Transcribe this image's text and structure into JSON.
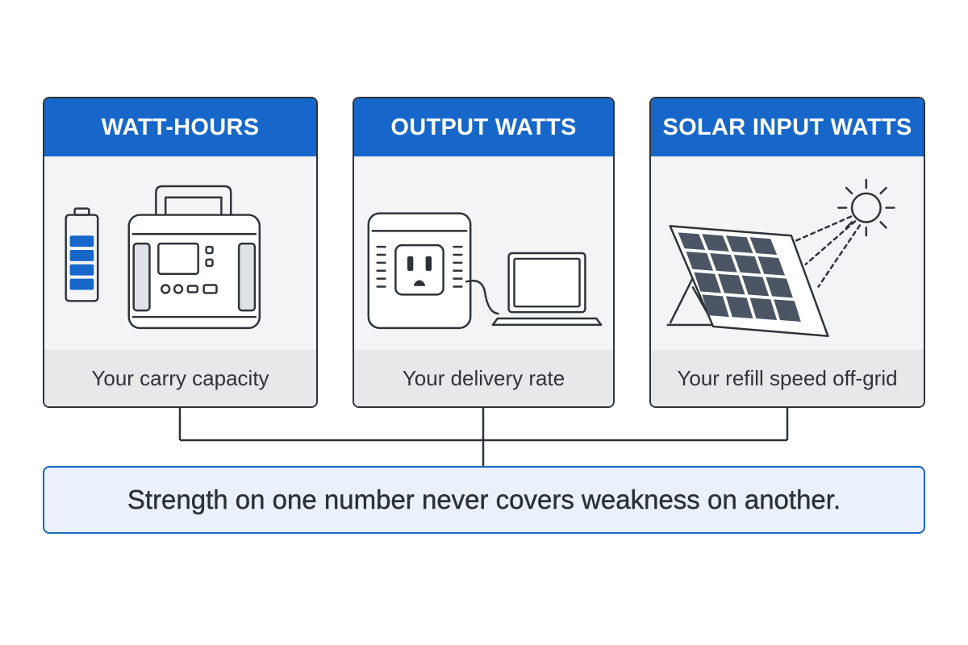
{
  "cards": [
    {
      "title": "WATT-HOURS",
      "caption": "Your carry capacity",
      "icons": [
        "battery-icon",
        "power-station-icon"
      ]
    },
    {
      "title": "OUTPUT WATTS",
      "caption": "Your delivery rate",
      "icons": [
        "power-outlet-icon",
        "laptop-icon"
      ]
    },
    {
      "title": "SOLAR INPUT WATTS",
      "caption": "Your refill speed off-grid",
      "icons": [
        "solar-panel-icon",
        "sun-icon"
      ]
    }
  ],
  "summary": {
    "text": "Strength on one number never covers weakness on another."
  },
  "colors": {
    "accent": "#1667c9",
    "outline": "#2e3338",
    "card_bg": "#f3f4f6",
    "caption_bg": "#e7e8ea",
    "summary_bg": "#eaf1fb"
  }
}
